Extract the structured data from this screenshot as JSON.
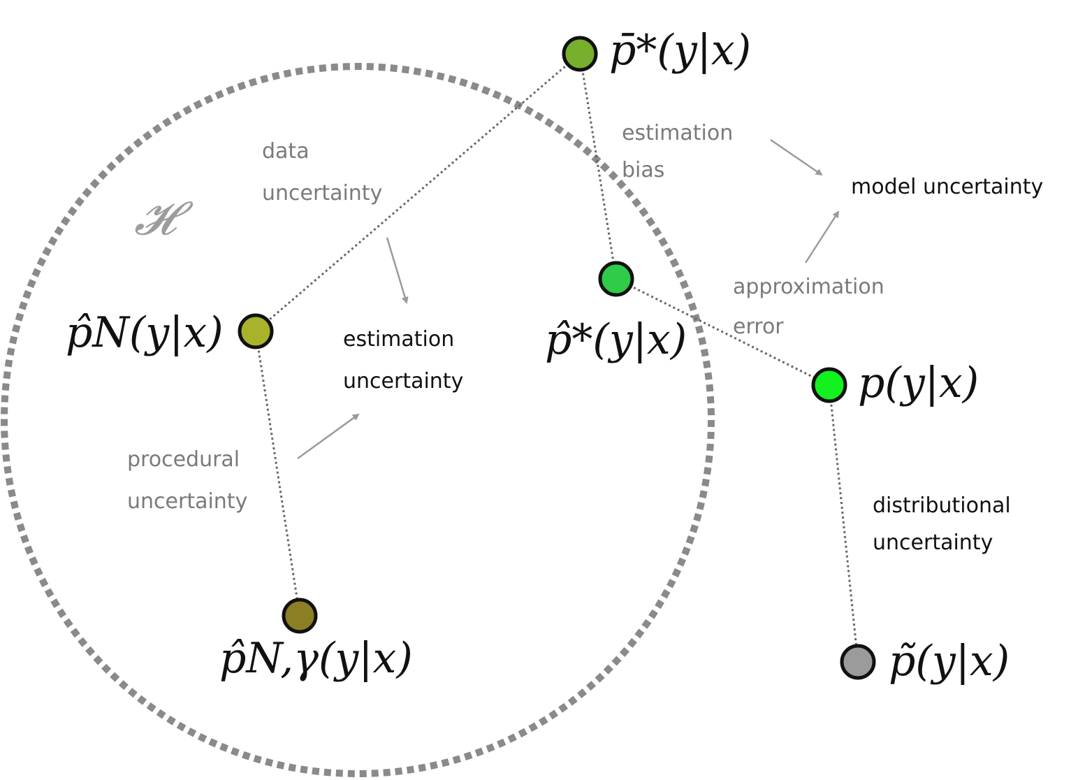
{
  "hypothesis_label": "𝓗",
  "nodes": {
    "p_bar_star": {
      "label": "p̄*(y|x)",
      "color": "#77b02c"
    },
    "p_hat_star": {
      "label": "p̂*(y|x)",
      "color": "#2ecc48"
    },
    "p_hat_N": {
      "label": "p̂N(y|x)",
      "color": "#a8b22a"
    },
    "p_hat_N_gamma": {
      "label": "p̂N,γ(y|x)",
      "color": "#8c7e25"
    },
    "p_true": {
      "label": "p(y|x)",
      "color": "#11f21f"
    },
    "p_tilde": {
      "label": "p̃(y|x)",
      "color": "#9b9b9b"
    }
  },
  "labels": {
    "data_uncertainty": [
      "data",
      "uncertainty"
    ],
    "estimation_bias": [
      "estimation",
      "bias"
    ],
    "model_uncertainty": "model uncertainty",
    "approximation_error": [
      "approximation",
      "error"
    ],
    "estimation_uncertainty": [
      "estimation",
      "uncertainty"
    ],
    "procedural_uncertainty": [
      "procedural",
      "uncertainty"
    ],
    "distributional_uncertainty": [
      "distributional",
      "uncertainty"
    ]
  },
  "colors": {
    "circle_border": "#8a8a8a",
    "connector": "#666666",
    "arrow": "#9a9a9a",
    "gray_text": "#7a7a7a",
    "black_text": "#111111"
  }
}
